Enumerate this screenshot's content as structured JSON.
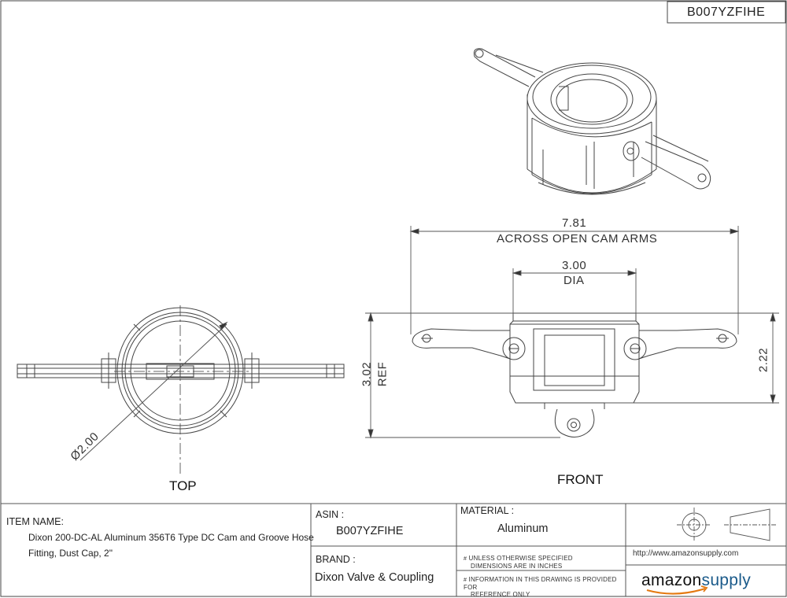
{
  "header": {
    "asin_box": "B007YZFIHE"
  },
  "views": {
    "top": "TOP",
    "front": "FRONT"
  },
  "dimensions": {
    "overall_value": "7.81",
    "overall_label": "ACROSS OPEN CAM ARMS",
    "dia_value": "3.00",
    "dia_label": "DIA",
    "ref_value": "3.02",
    "ref_label": "REF",
    "height_value": "2.22",
    "diameter_top": "Ø2.00"
  },
  "title_block": {
    "item_name_label": "ITEM NAME:",
    "item_name_line1": "Dixon 200-DC-AL Aluminum 356T6 Type DC Cam and Groove Hose",
    "item_name_line2": "Fitting, Dust Cap, 2\"",
    "asin_label": "ASIN :",
    "asin_value": "B007YZFIHE",
    "brand_label": "BRAND :",
    "brand_value": "Dixon Valve & Coupling",
    "material_label": "MATERIAL :",
    "material_value": "Aluminum",
    "note1_line1": "UNLESS OTHERWISE SPECIFIED",
    "note1_line2": "DIMENSIONS ARE IN INCHES",
    "note2_line1": "INFORMATION IN THIS DRAWING IS PROVIDED FOR",
    "note2_line2": "REFERENCE ONLY",
    "url": "http://www.amazonsupply.com",
    "logo_amazon": "amazon",
    "logo_supply": "supply"
  }
}
